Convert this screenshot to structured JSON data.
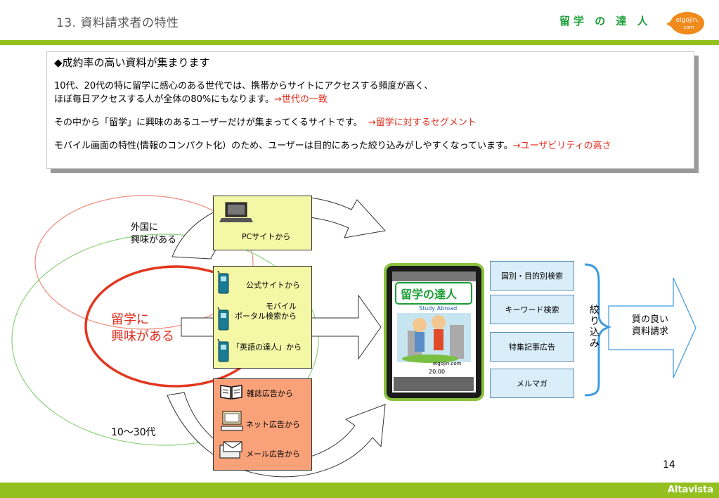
{
  "header": {
    "title": "13. 資料請求者の特性",
    "brand": "留学 の 達 人",
    "logo_text_1": "eigojin.",
    "logo_text_2": "com"
  },
  "intro": {
    "heading": "◆成約率の高い資料が集まります",
    "p1_line1": "10代、20代の特に留学に感心のある世代では、携帯からサイトにアクセスする頻度が高く、",
    "p1_line2": "ほぼ毎日アクセスする人が全体の80%にもなります。",
    "p1_note": "→世代の一致",
    "p2": "その中から「留学」に興味のあるユーザーだけが集まってくるサイトです。",
    "p2_note": "→留学に対するセグメント",
    "p3": "モバイル画面の特性(情報のコンパクト化）のため、ユーザーは目的にあった絞り込みがしやすくなっています。",
    "p3_note": "→ユーザビリティの高さ"
  },
  "diagram": {
    "circle_foreign_line1": "外国に",
    "circle_foreign_line2": "興味がある",
    "circle_study_line1": "留学に",
    "circle_study_line2": "興味がある",
    "age_label": "10～30代",
    "pc_label": "PCサイトから",
    "mobile_items": [
      "公式サイトから",
      "モバイル",
      "ポータル検索から",
      "「英語の達人」から"
    ],
    "ad_items": [
      "雑誌広告から",
      "ネット広告から",
      "メール広告から"
    ],
    "phone": {
      "title": "留学の達人",
      "subtitle": "Study Abroad",
      "site": "eigojin.com",
      "time": "20:00"
    },
    "search_items": [
      "国別・目的別検索",
      "キーワード検索",
      "特集記事広告",
      "メルマガ"
    ],
    "narrow_label": [
      "絞",
      "り",
      "込",
      "み"
    ],
    "result_line1": "質の良い",
    "result_line2": "資料請求"
  },
  "page_number": "14",
  "footer_text": "Altavista",
  "colors": {
    "accent_green": "#93c01f",
    "brand_green": "#1a9e36",
    "red": "#e02a1a",
    "yellow_box": "#f4f7a6",
    "orange_box": "#f9a27a",
    "blue_box": "#daeef9",
    "bracket_blue": "#3b9ae0"
  },
  "icons": [
    "laptop-icon",
    "mobile-phone-icon",
    "book-icon",
    "computer-icon",
    "envelope-icon"
  ]
}
